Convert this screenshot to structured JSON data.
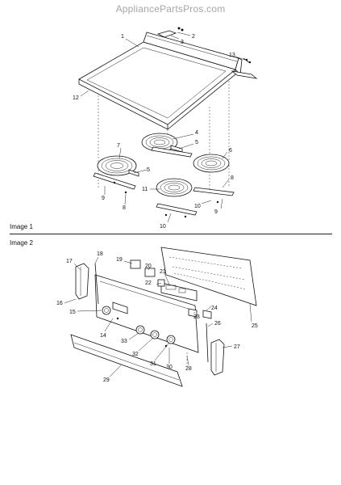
{
  "watermark": "AppliancePartsPros.com",
  "sections": [
    {
      "label": "Image 1"
    },
    {
      "label": "Image 2"
    }
  ],
  "callouts_image1": [
    "1",
    "2",
    "3",
    "13",
    "12",
    "4",
    "5",
    "7",
    "6",
    "5",
    "8",
    "11",
    "9",
    "8",
    "10",
    "9",
    "10"
  ],
  "callouts_image2": [
    "17",
    "18",
    "19",
    "20",
    "21",
    "22",
    "16",
    "15",
    "14",
    "23",
    "24",
    "25",
    "33",
    "32",
    "26",
    "31",
    "30",
    "28",
    "27",
    "29"
  ]
}
